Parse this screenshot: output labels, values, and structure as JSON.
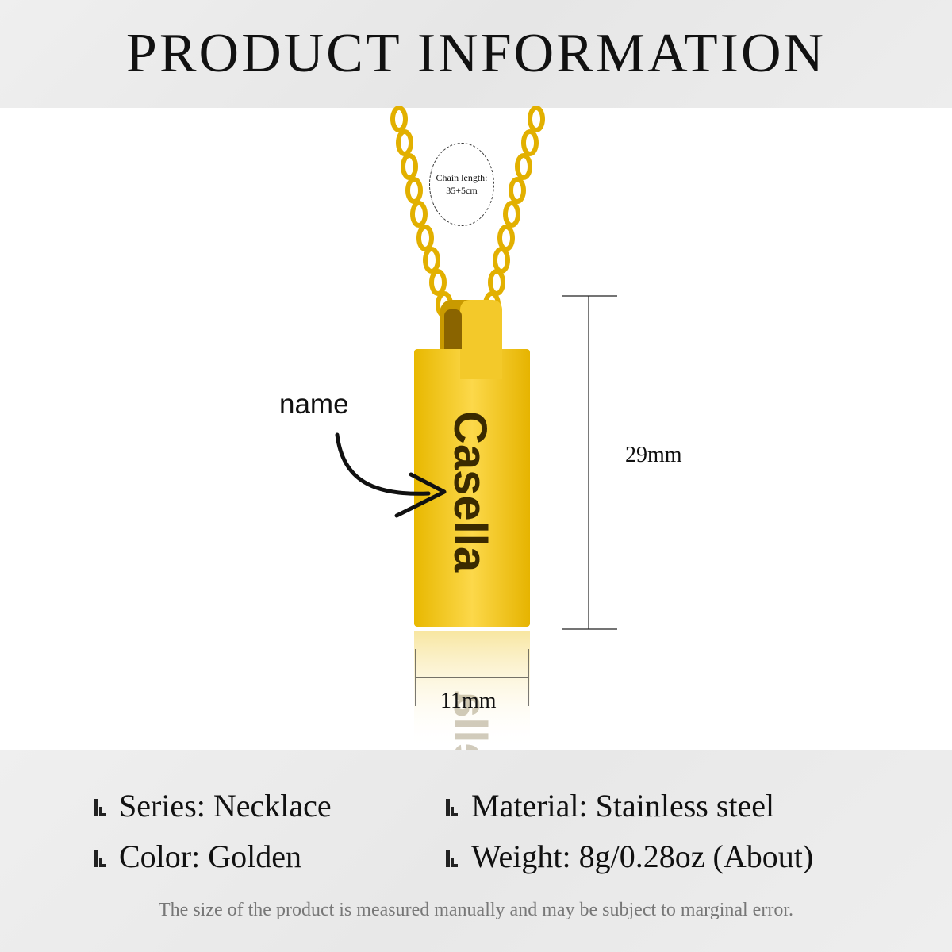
{
  "header": {
    "title": "PRODUCT INFORMATION"
  },
  "product": {
    "chain_label_line1": "Chain length:",
    "chain_label_line2": "35+5cm",
    "engraving_label": "name",
    "engraved_text": "Casella",
    "height_dimension": "29mm",
    "width_dimension": "11mm"
  },
  "specs": {
    "series": "Series: Necklace",
    "color": "Color: Golden",
    "material": "Material: Stainless steel",
    "weight": "Weight: 8g/0.28oz (About)"
  },
  "footer": {
    "note": "The size of the product is measured manually and may be subject to marginal error."
  },
  "colors": {
    "gold": "#f0c419",
    "gold_dark": "#b88a00",
    "band_gray": "#ebebeb",
    "text": "#111111"
  }
}
